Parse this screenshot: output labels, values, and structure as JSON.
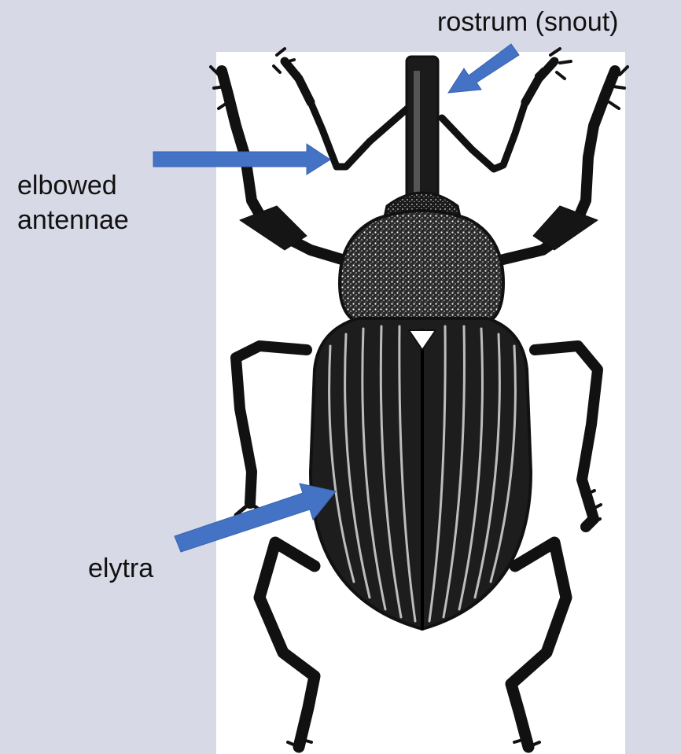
{
  "labels": {
    "rostrum": "rostrum (snout)",
    "antennae_line1": "elbowed",
    "antennae_line2": "antennae",
    "elytra": "elytra"
  },
  "colors": {
    "background": "#d8d9e6",
    "panel": "#ffffff",
    "arrow": "#4472c4",
    "ink": "#111111"
  },
  "icons": {
    "illustration": "weevil-beetle-drawing"
  }
}
